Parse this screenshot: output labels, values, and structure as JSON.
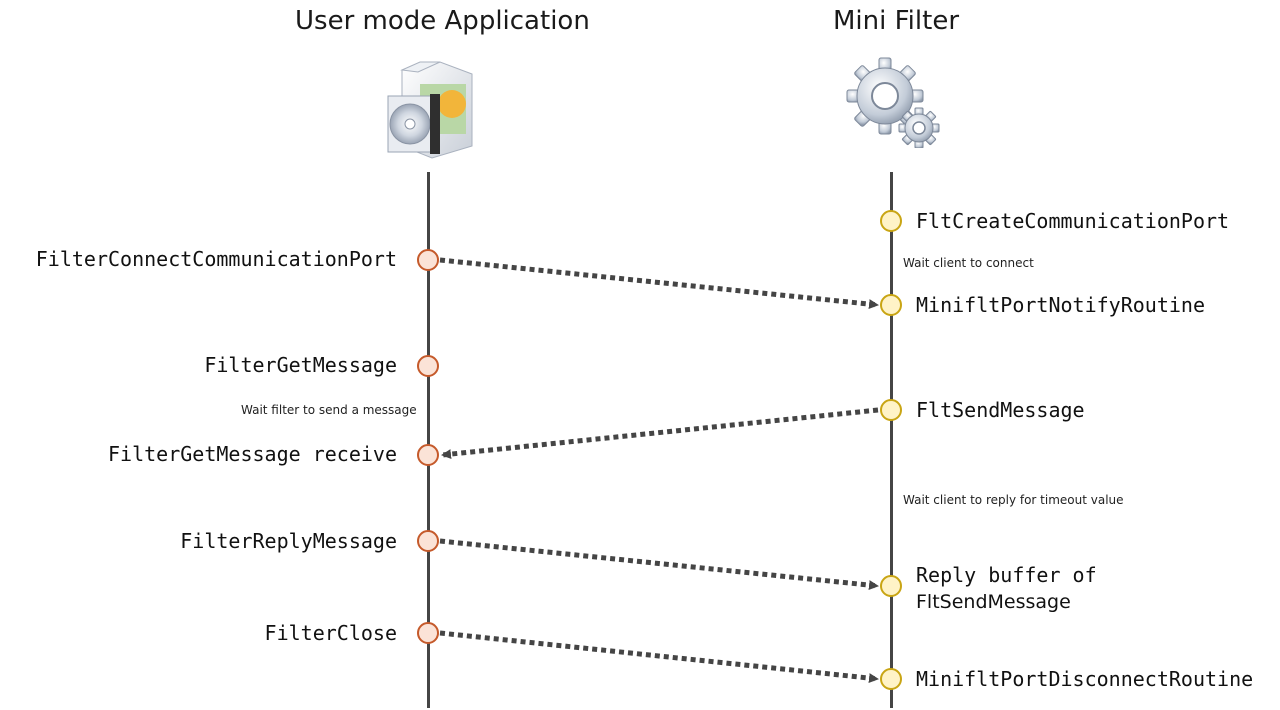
{
  "columns": {
    "left_title": "User mode Application",
    "right_title": "Mini Filter"
  },
  "icons": {
    "left": "application-box-icon",
    "right": "gears-icon"
  },
  "app_calls": [
    {
      "id": "connect",
      "label": "FilterConnectCommunicationPort"
    },
    {
      "id": "getmsg",
      "label": "FilterGetMessage"
    },
    {
      "id": "getmsg-recv",
      "label": "FilterGetMessage receive"
    },
    {
      "id": "reply",
      "label": "FilterReplyMessage"
    },
    {
      "id": "close",
      "label": "FilterClose"
    }
  ],
  "filter_calls": [
    {
      "id": "create-port",
      "label": "FltCreateCommunicationPort"
    },
    {
      "id": "notify",
      "label": "MinifltPortNotifyRoutine"
    },
    {
      "id": "send",
      "label": "FltSendMessage"
    },
    {
      "id": "reply-buffer",
      "label_line1": "Reply buffer of",
      "label_line2": "FltSendMessage"
    },
    {
      "id": "disconnect",
      "label": "MinifltPortDisconnectRoutine"
    }
  ],
  "notes": {
    "wait_connect": "Wait client to connect",
    "wait_filter": "Wait filter to send a message",
    "wait_reply": "Wait client to reply for timeout value"
  },
  "colors": {
    "app_node_fill": "#fbe3d7",
    "app_node_stroke": "#c55a2b",
    "filter_node_fill": "#fff3c7",
    "filter_node_stroke": "#c9a514",
    "line": "#454545"
  }
}
